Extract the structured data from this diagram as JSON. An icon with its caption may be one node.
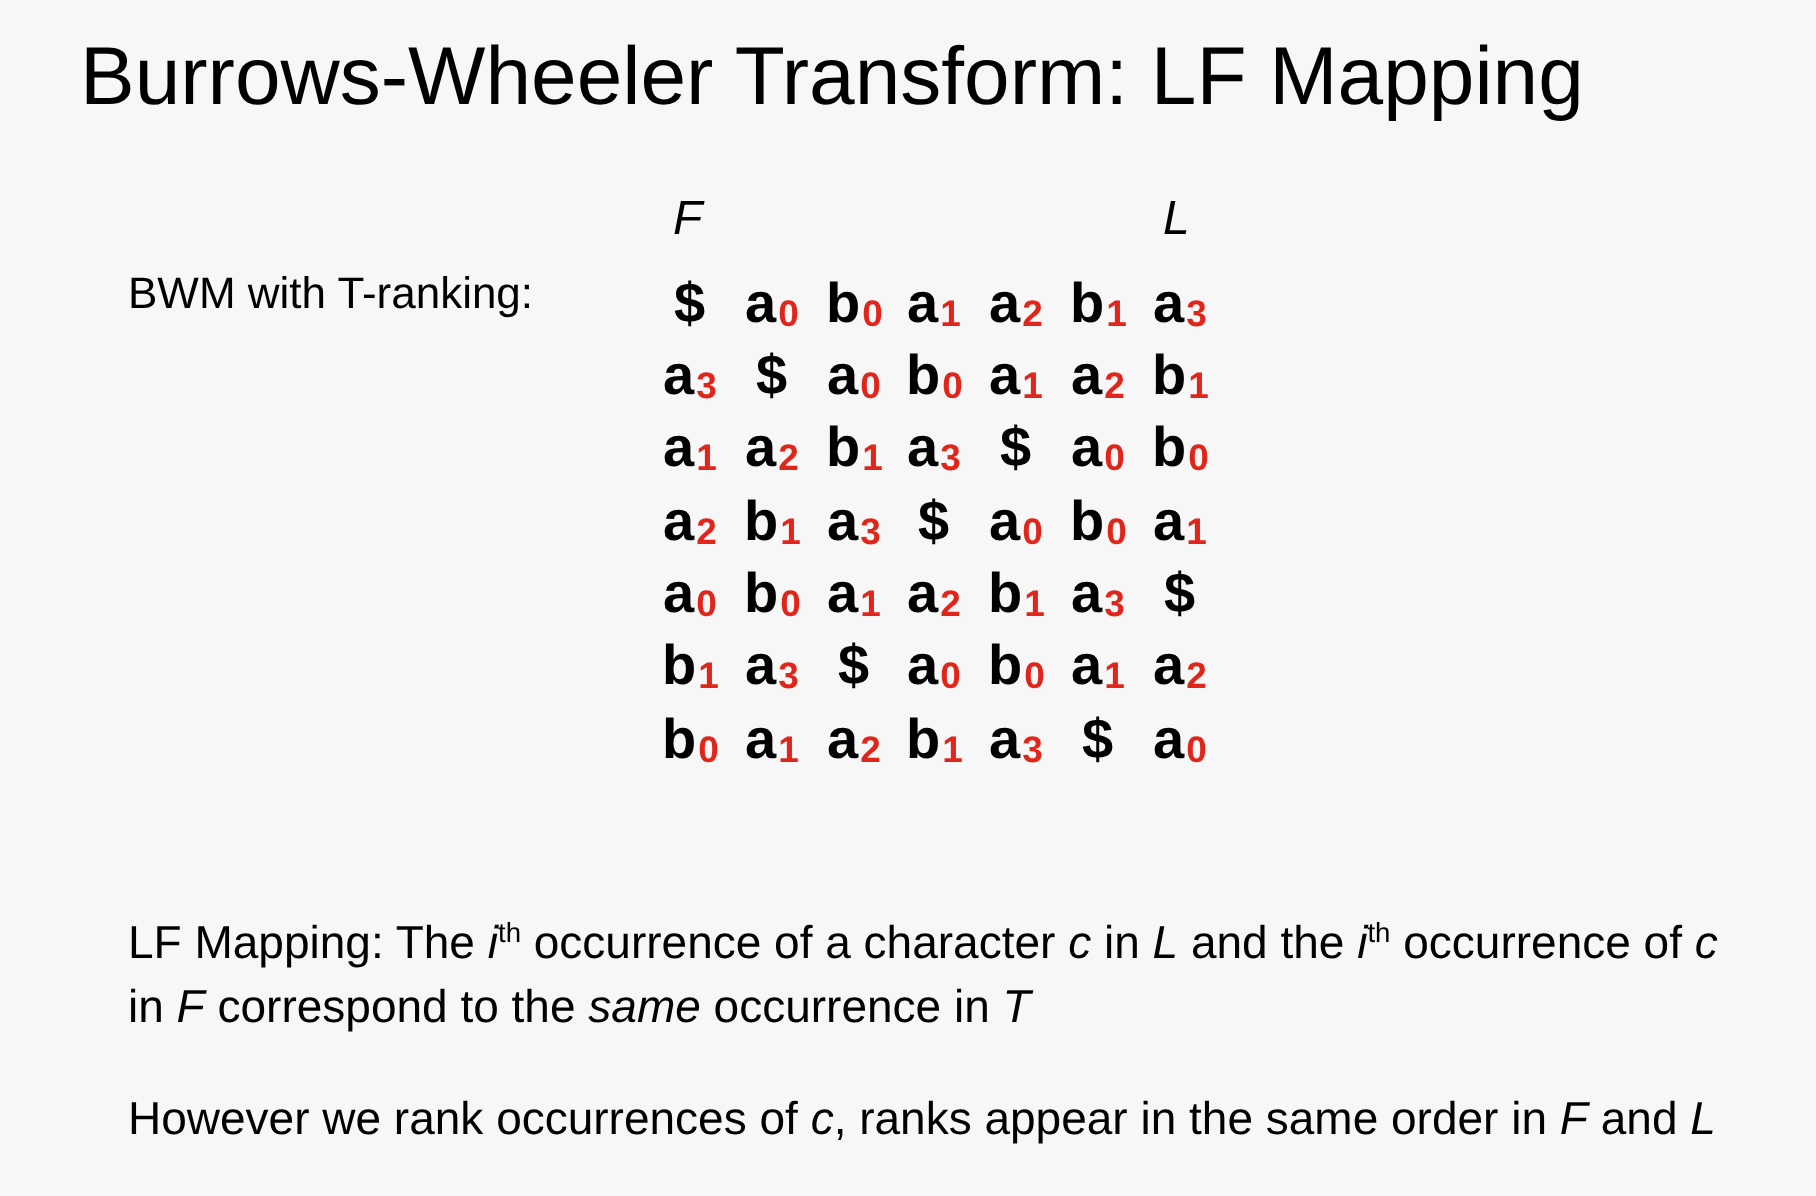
{
  "diagram": {
    "title": "Burrows-Wheeler Transform: LF Mapping",
    "labels": [
      "F",
      "L",
      "BWM with T-ranking:",
      "$",
      "a$_{0}$",
      "b$_{0}$",
      "a$_{1}$",
      "a$_{2}$",
      "b$_{1}$",
      "a$_{3}$",
      "a$_{3}$",
      "$",
      "a$_{0}$",
      "b$_{0}$",
      "a$_{1}$",
      "a$_{2}$",
      "b$_{1}$",
      "a$_{1}$",
      "a$_{2}$",
      "b$_{1}$",
      "a$_{3}$",
      "$",
      "a$_{0}$",
      "b$_{0}$",
      "a$_{2}$",
      "b$_{1}$",
      "a$_{3}$",
      "$",
      "a$_{0}$",
      "b$_{0}$",
      "a$_{1}$",
      "a$_{0}$",
      "b$_{0}$",
      "a$_{1}$",
      "a$_{2}$",
      "b$_{1}$",
      "a$_{3}$",
      "$",
      "b$_{1}$",
      "a$_{3}$",
      "$",
      "a$_{0}$",
      "b$_{0}$",
      "a$_{1}$",
      "a$_{2}$",
      "b$_{0}$",
      "a$_{1}$",
      "a$_{2}$",
      "b$_{1}$",
      "a$_{3}$",
      "$",
      "a$_{0}$",
      "LF Mapping: The *i*$^{th}$ occurrence of a character *c* in *L* and the *i*$^{th}$ occurrence of *c* in *F* correspond to the *same* occurrence in *T*",
      "However we rank occurrences of *c*, ranks appear in the same order in *F* and *L*"
    ]
  }
}
